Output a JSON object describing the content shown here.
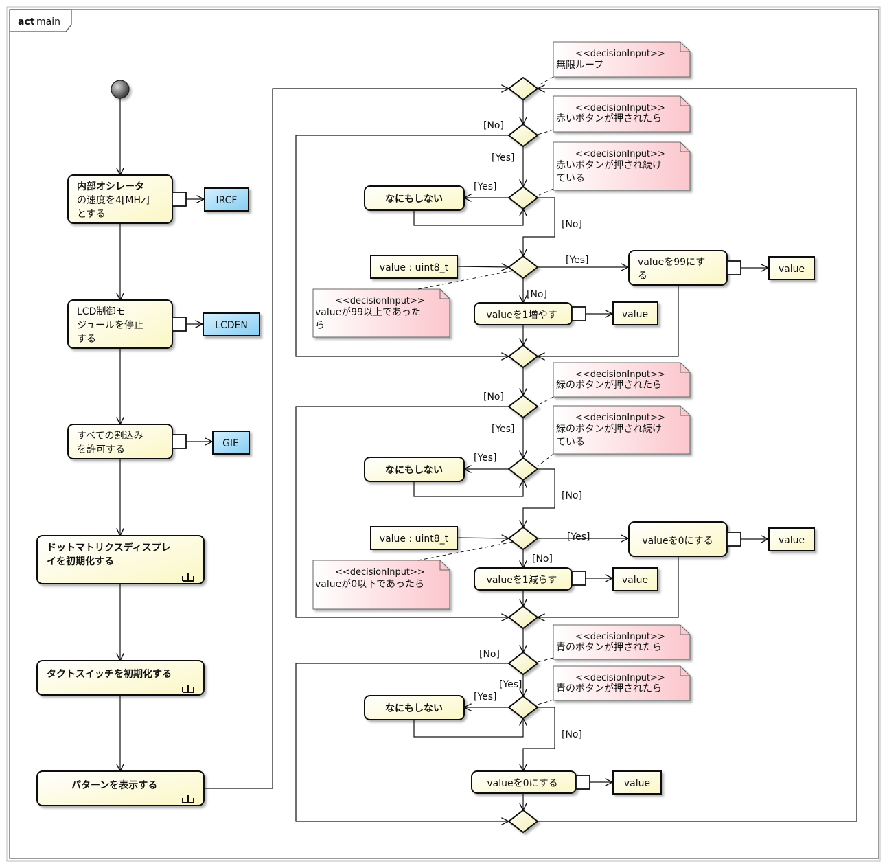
{
  "frame": {
    "keyword": "act",
    "name": "main"
  },
  "actions": {
    "a1": [
      "内部オシレータ",
      "の速度を4[MHz]",
      "とする"
    ],
    "a2": [
      "LCD制御モ",
      "ジュールを停止",
      "する"
    ],
    "a3": [
      "すべての割込み",
      "を許可する"
    ],
    "a4": [
      "ドットマトリクスディスプレ",
      "イを初期化する"
    ],
    "a5": [
      "タクトスイッチを初期化する"
    ],
    "a6": [
      "パターンを表示する"
    ],
    "red_nothing": "なにもしない",
    "red_set99": [
      "valueを99にす",
      "る"
    ],
    "red_inc": "valueを1増やす",
    "green_nothing": "なにもしない",
    "green_set0": "valueを0にする",
    "green_dec": "valueを1減らす",
    "blue_nothing": "なにもしない",
    "blue_set0": "valueを0にする"
  },
  "objects": {
    "ircf": "IRCF",
    "lcden": "LCDEN",
    "gie": "GIE",
    "value_in1": "value : uint8_t",
    "value_in2": "value : uint8_t",
    "value_out": "value"
  },
  "notes": {
    "stereotype": "<<decisionInput>>",
    "loop": [
      "無限ループ"
    ],
    "red_pressed": [
      "赤いボタンが押されたら"
    ],
    "red_held": [
      "赤いボタンが押され続け",
      "ている"
    ],
    "red_ge99": [
      "valueが99以上であった",
      "ら"
    ],
    "green_pressed": [
      "緑のボタンが押されたら"
    ],
    "green_held": [
      "緑のボタンが押され続け",
      "ている"
    ],
    "green_le0": [
      "valueが0以下であったら"
    ],
    "blue_pressed": [
      "青のボタンが押されたら"
    ],
    "blue_held": [
      "青のボタンが押されたら"
    ]
  },
  "guards": {
    "yes": "[Yes]",
    "no": "[No]"
  },
  "colors": {
    "action_fill": "#fefde5",
    "object_fill": "#a9dcf6",
    "note_fill": "#fcd8dc",
    "decision_fill": "#fdfbd0"
  }
}
